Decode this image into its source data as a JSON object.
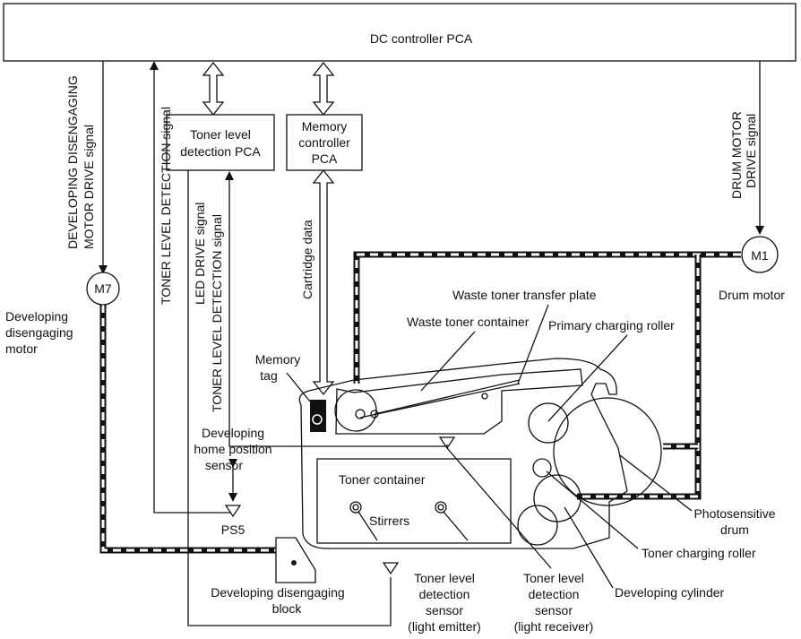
{
  "header": {
    "label": "DC controller PCA"
  },
  "boxes": {
    "toner_pca": [
      "Toner level",
      "detection PCA"
    ],
    "memory_pca": [
      "Memory",
      "controller",
      "PCA"
    ]
  },
  "signals": {
    "dev_motor_1": "DEVELOPING DISENGAGING",
    "dev_motor_2": "MOTOR DRIVE  signal",
    "toner_level_1": "TONER LEVEL DETECTION  signal",
    "led_drive": "LED DRIVE  signal",
    "toner_level_2": "TONER LEVEL DETECTION signal",
    "cartridge": "Cartridge data",
    "drum_motor_1": "DRUM MOTOR",
    "drum_motor_2": "DRIVE  signal"
  },
  "motors": {
    "m7": "M7",
    "m1": "M1"
  },
  "labels": {
    "dev_motor": [
      "Developing",
      "disengaging",
      "motor"
    ],
    "drum_motor": "Drum motor",
    "memory_tag": [
      "Memory",
      "tag"
    ],
    "waste_container": "Waste toner container",
    "waste_plate": "Waste toner transfer plate",
    "primary_roller": "Primary charging roller",
    "toner_container": "Toner container",
    "stirrers": "Stirrers",
    "home_sensor": [
      "Developing",
      "home position",
      "sensor"
    ],
    "ps5": "PS5",
    "dev_block": [
      "Developing disengaging",
      "block"
    ],
    "emitter": [
      "Toner level",
      "detection",
      "sensor",
      "(light emitter)"
    ],
    "receiver": [
      "Toner level",
      "detection",
      "sensor",
      "(light receiver)"
    ],
    "photo_drum": [
      "Photosensitive",
      "drum"
    ],
    "toner_roller": "Toner charging roller",
    "dev_cylinder": "Developing cylinder"
  }
}
